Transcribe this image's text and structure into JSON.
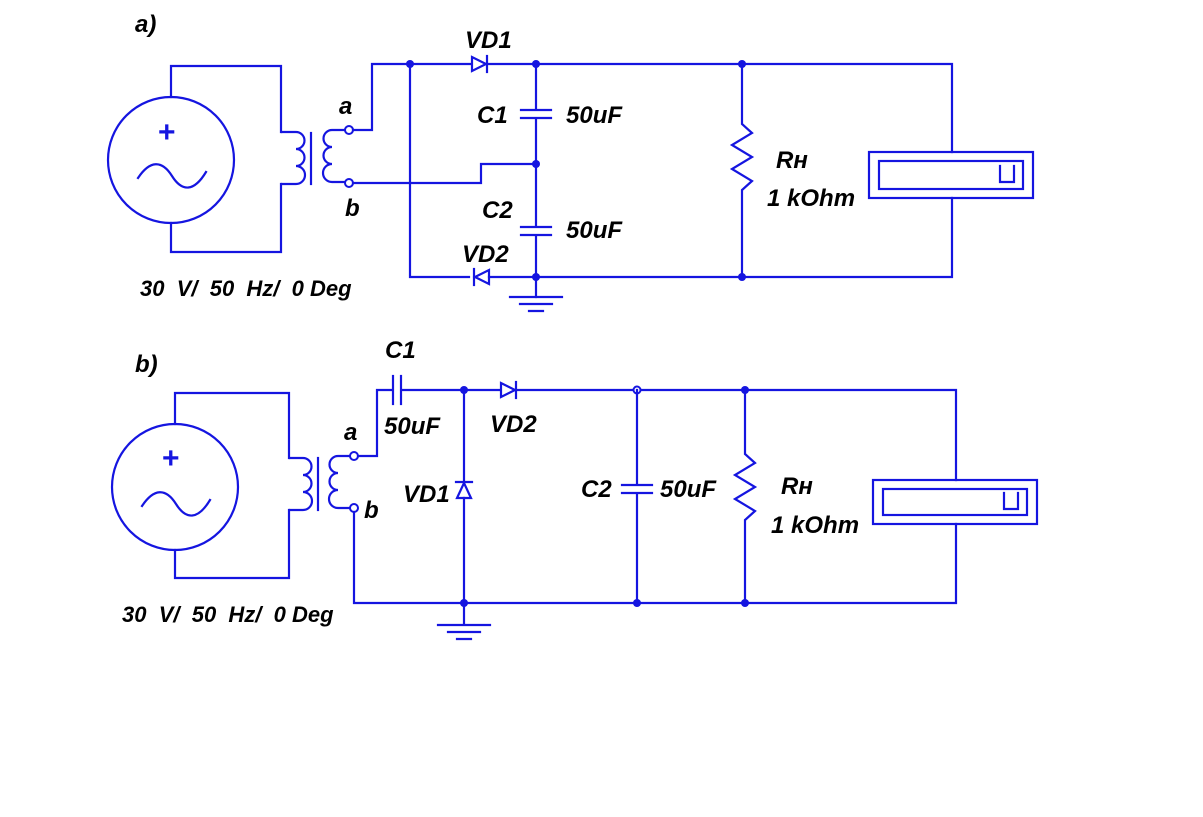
{
  "circuit_a": {
    "panel_label": "a)",
    "source": {
      "value": "30  V/  50  Hz/  0 Deg",
      "polarity": "+"
    },
    "terminals": {
      "a": "a",
      "b": "b"
    },
    "vd1": "VD1",
    "vd2": "VD2",
    "c1": {
      "name": "C1",
      "value": "50uF"
    },
    "c2": {
      "name": "C2",
      "value": "50uF"
    },
    "load": {
      "name": "Rн",
      "value": "1 kOhm"
    }
  },
  "circuit_b": {
    "panel_label": "b)",
    "source": {
      "value": "30  V/  50  Hz/  0 Deg",
      "polarity": "+"
    },
    "terminals": {
      "a": "a",
      "b": "b"
    },
    "c1": {
      "name": "C1",
      "value": "50uF"
    },
    "vd2": "VD2",
    "vd1": "VD1",
    "c2": {
      "name": "C2",
      "value": "50uF"
    },
    "load": {
      "name": "Rн",
      "value": "1 kOhm"
    }
  },
  "colors": {
    "wire": "#1515e0",
    "text": "#000000",
    "background": "#ffffff"
  }
}
